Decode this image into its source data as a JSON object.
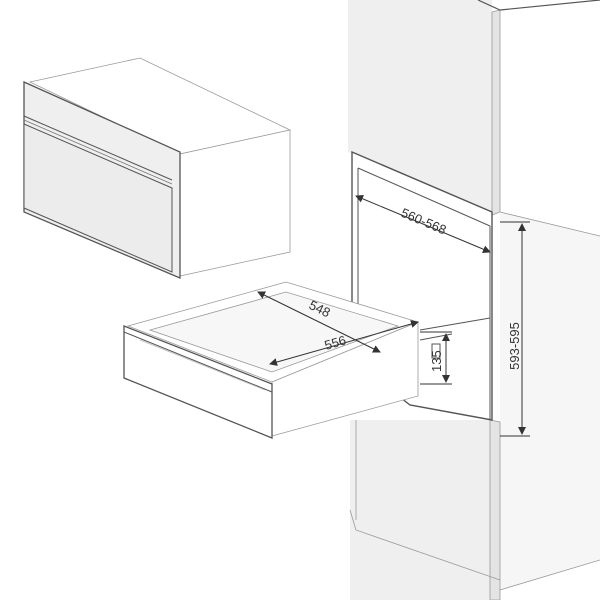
{
  "colors": {
    "background": "#ffffff",
    "cabinet_fill": "#efefef",
    "cabinet_side_fill": "#f6f6f6",
    "outline": "#555555",
    "thin_line": "#9a9a9a",
    "dimension_line": "#333333",
    "drawer_front_fill": "#ffffff"
  },
  "dimensions": {
    "niche_width": "560-568",
    "niche_height": "593-595",
    "drawer_depth": "548",
    "drawer_width": "556",
    "drawer_height": "135"
  }
}
